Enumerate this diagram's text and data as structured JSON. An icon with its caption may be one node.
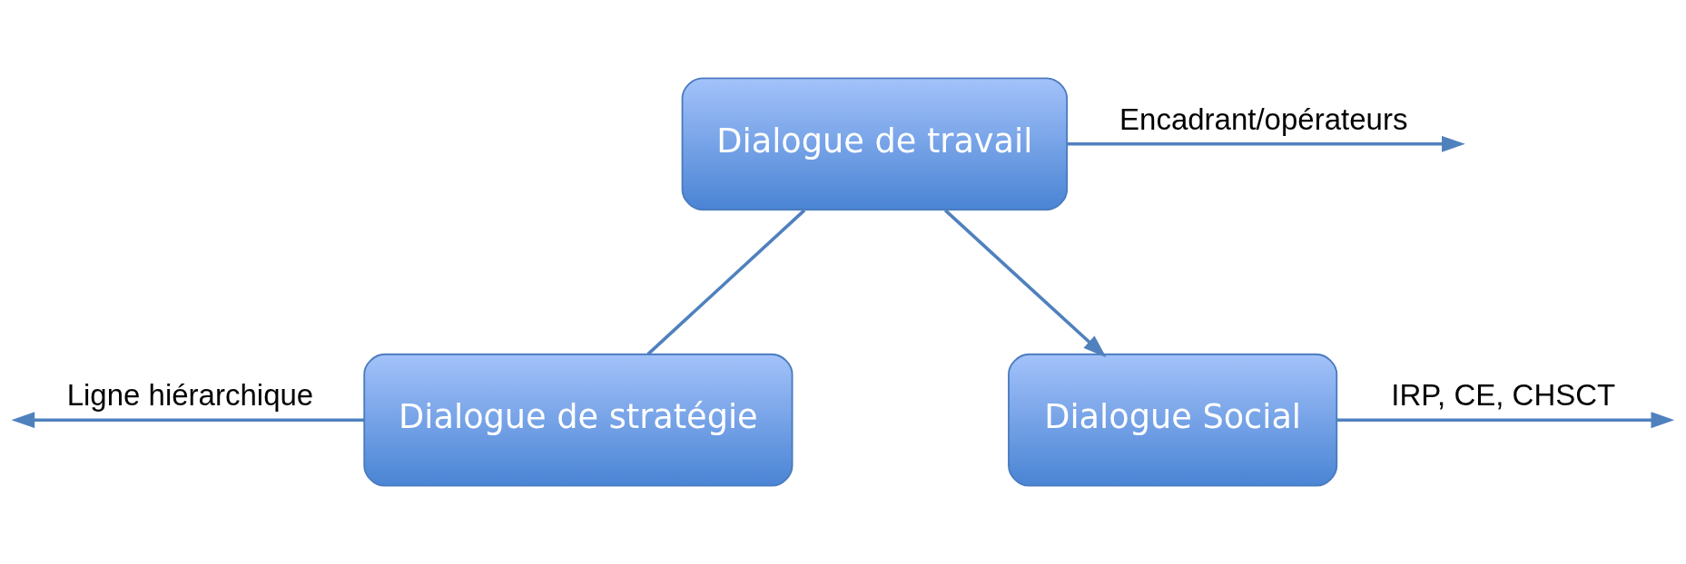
{
  "diagram": {
    "nodes": [
      {
        "text": [
          "Dialogue de travail"
        ]
      },
      {
        "text": [
          "Dialogue de stratégie"
        ]
      },
      {
        "text": [
          "Dialogue Social"
        ]
      }
    ],
    "edges": [
      {
        "from": 0,
        "to": null,
        "arrow": "to",
        "label": "Encadrant/opérateurs"
      },
      {
        "from": 0,
        "to": 1,
        "arrow": "none"
      },
      {
        "from": 0,
        "to": 2,
        "arrow": "to"
      },
      {
        "from": 1,
        "to": null,
        "arrow": "to",
        "label": "Ligne hiérarchique"
      },
      {
        "from": 2,
        "to": null,
        "arrow": "to",
        "label": "IRP, CE, CHSCT"
      }
    ]
  }
}
